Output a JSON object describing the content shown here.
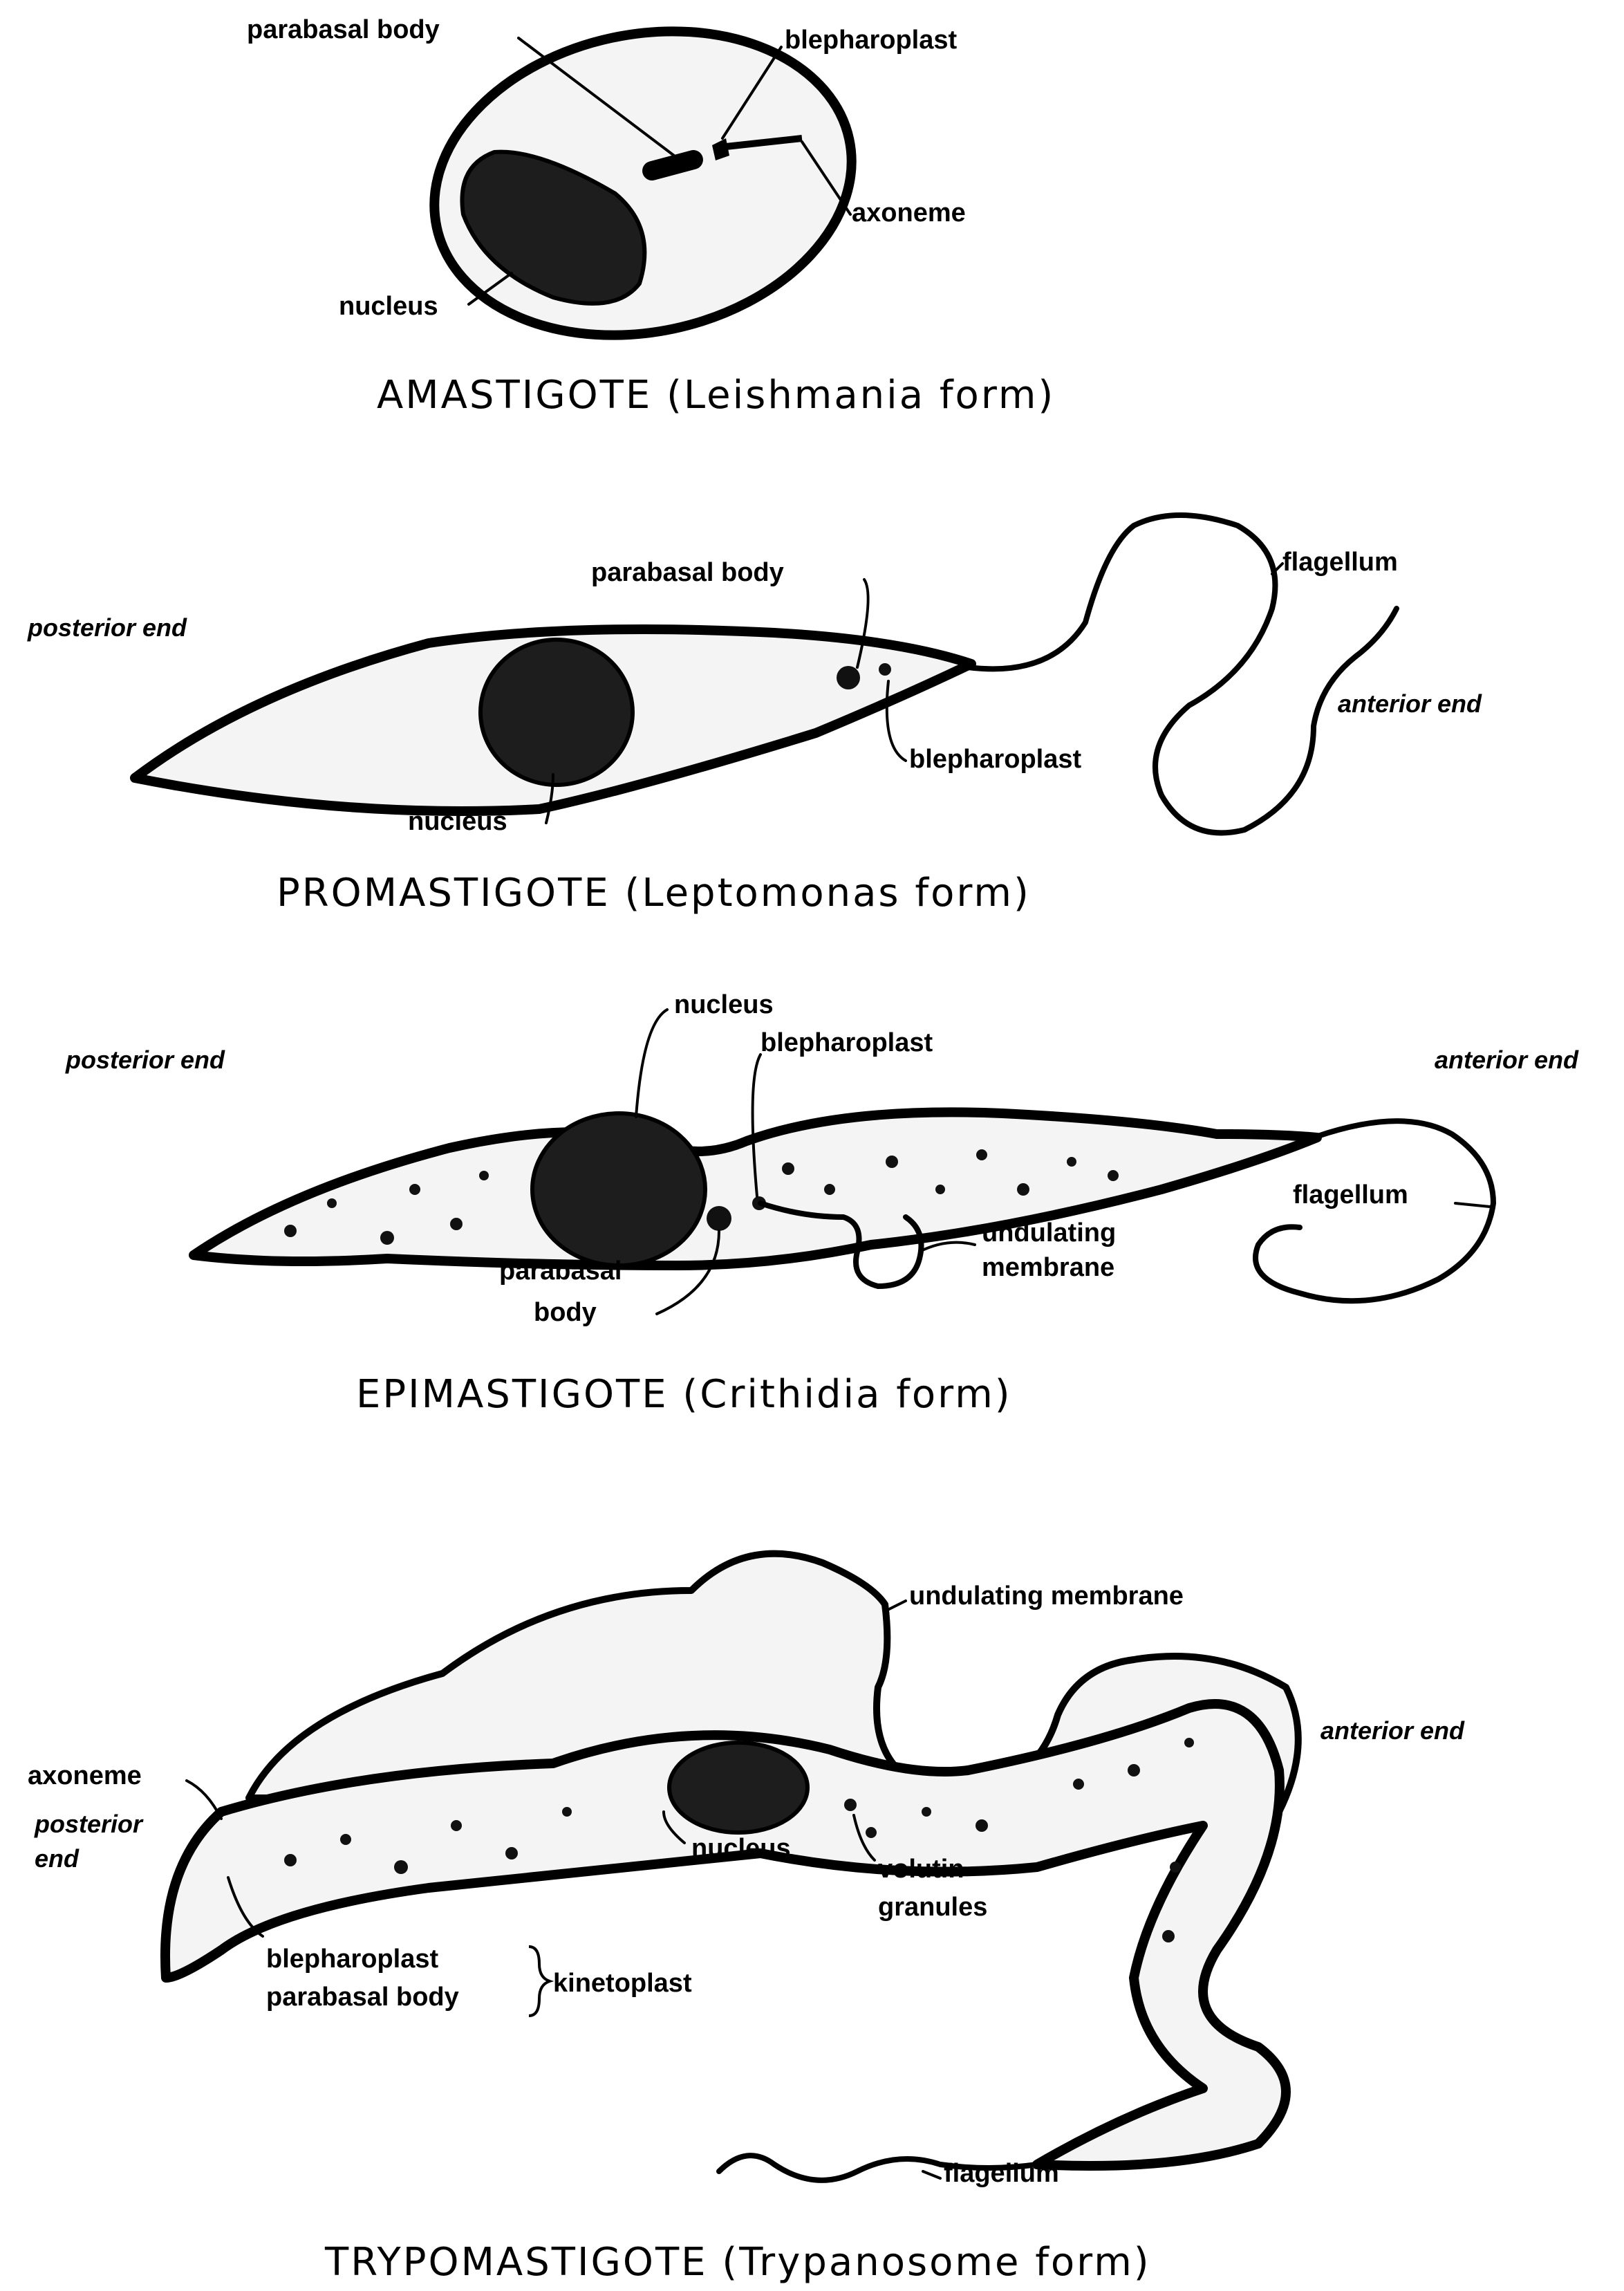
{
  "amastigote": {
    "caption": "AMASTIGOTE (Leishmania form)",
    "labels": {
      "parabasal_body": "parabasal body",
      "blepharoplast": "blepharoplast",
      "axoneme": "axoneme",
      "nucleus": "nucleus"
    }
  },
  "promastigote": {
    "caption": "PROMASTIGOTE (Leptomonas form)",
    "labels": {
      "posterior_end": "posterior end",
      "parabasal_body": "parabasal body",
      "flagellum": "flagellum",
      "anterior_end": "anterior end",
      "blepharoplast": "blepharoplast",
      "nucleus": "nucleus"
    }
  },
  "epimastigote": {
    "caption": "EPIMASTIGOTE (Crithidia form)",
    "labels": {
      "nucleus": "nucleus",
      "posterior_end": "posterior end",
      "blepharoplast": "blepharoplast",
      "anterior_end": "anterior end",
      "flagellum": "flagellum",
      "undulating_membrane_1": "undulating",
      "undulating_membrane_2": "membrane",
      "parabasal_body_1": "parabasal",
      "parabasal_body_2": "body"
    }
  },
  "trypomastigote": {
    "caption": "TRYPOMASTIGOTE (Trypanosome form)",
    "labels": {
      "undulating_membrane": "undulating membrane",
      "anterior_end": "anterior end",
      "axoneme": "axoneme",
      "posterior_end_1": "posterior",
      "posterior_end_2": "end",
      "nucleus": "nucleus",
      "volutin_granules_1": "volutin",
      "volutin_granules_2": "granules",
      "blepharoplast": "blepharoplast",
      "parabasal_body": "parabasal body",
      "kinetoplast": "kinetoplast",
      "flagellum": "flagellum"
    }
  }
}
